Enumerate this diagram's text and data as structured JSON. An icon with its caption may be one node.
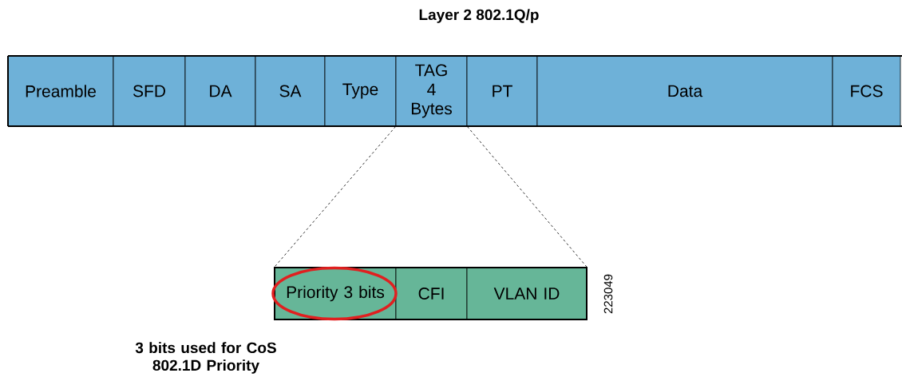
{
  "diagram": {
    "title": "Layer 2 802.1Q/p",
    "nodes": [
      {
        "text": [
          "Preamble"
        ]
      },
      {
        "text": [
          "SFD"
        ]
      },
      {
        "text": [
          "DA"
        ]
      },
      {
        "text": [
          "SA"
        ]
      },
      {
        "text": [
          "Type"
        ]
      },
      {
        "text": [
          "TAG 4 Bytes"
        ]
      },
      {
        "text": [
          "PT"
        ]
      },
      {
        "text": [
          "Data"
        ]
      },
      {
        "text": [
          "FCS"
        ]
      },
      {
        "text": [
          "Priority 3 bits"
        ]
      },
      {
        "text": [
          "CFI"
        ]
      },
      {
        "text": [
          "VLAN ID"
        ]
      }
    ],
    "edges": [
      {
        "from": 5,
        "to": 9,
        "arrow": "none",
        "style": "dashed"
      },
      {
        "from": 5,
        "to": 11,
        "arrow": "none",
        "style": "dashed"
      }
    ],
    "labels": [
      "3 bits used for CoS 802.1D Priority",
      "223049"
    ]
  }
}
